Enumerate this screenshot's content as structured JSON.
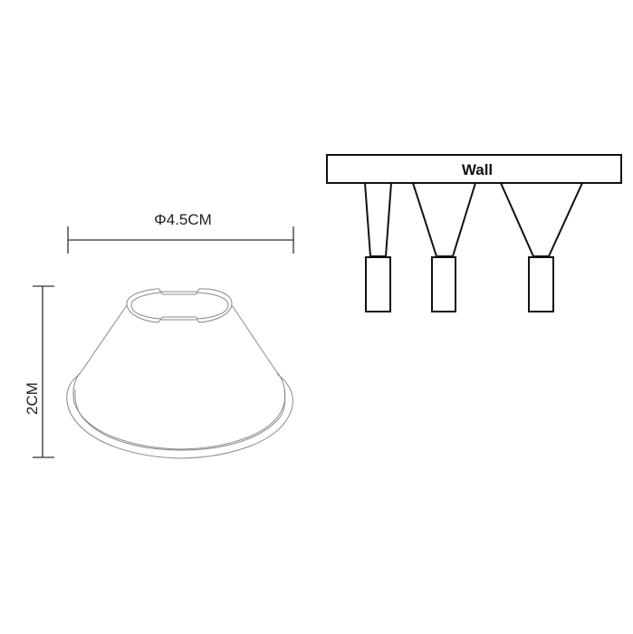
{
  "dimensions": {
    "diameter_label": "Φ4.5CM",
    "height_label": "2CM"
  },
  "mounting_diagram": {
    "wall_label": "Wall"
  },
  "colors": {
    "line": "#222222",
    "shade_line": "#8a8a8a"
  }
}
